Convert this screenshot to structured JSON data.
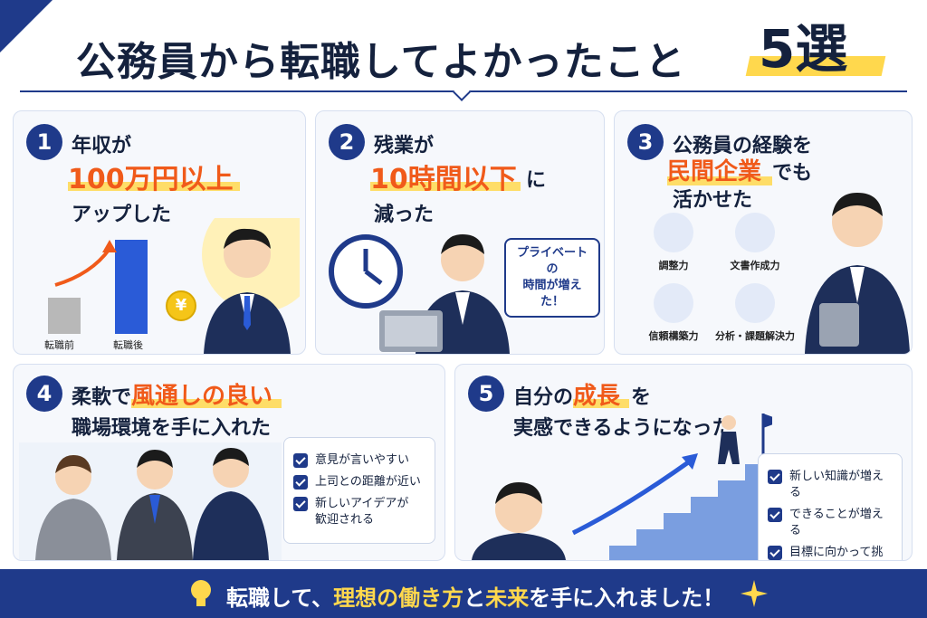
{
  "title": {
    "main": "公務員から転職してよかったこと",
    "count": "5選"
  },
  "cards": [
    {
      "number": "1",
      "line1": "年収が",
      "highlight": "100万円以上",
      "line3": "アップした",
      "chart_labels": [
        "転職前",
        "転職後"
      ],
      "coin": "¥"
    },
    {
      "number": "2",
      "line1": "残業が",
      "highlight": "10時間以下",
      "highlight_suffix": "に",
      "line3": "減った",
      "bubble_line1": "プライベートの",
      "bubble_line2": "時間が増えた！"
    },
    {
      "number": "3",
      "line1": "公務員の経験を",
      "highlight": "民間企業",
      "highlight_suffix": "でも",
      "line3": "活かせた",
      "skills": [
        "調整力",
        "文書作成力",
        "信頼構築力",
        "分析・課題解決力"
      ]
    },
    {
      "number": "4",
      "line1_prefix": "柔軟で",
      "highlight": "風通しの良い",
      "line2": "職場環境を手に入れた",
      "checks": [
        "意見が言いやすい",
        "上司との距離が近い",
        "新しいアイデアが歓迎される"
      ]
    },
    {
      "number": "5",
      "line1_prefix": "自分の",
      "highlight": "成長",
      "line1_suffix": "を",
      "line2": "実感できるようになった",
      "checks": [
        "新しい知識が増える",
        "できることが増える",
        "目標に向かって挑戦できる"
      ]
    }
  ],
  "banner": {
    "part1": "転職して、",
    "part2": "理想の働き方",
    "part3": "と",
    "part4": "未来",
    "part5": "を手に入れました！"
  },
  "colors": {
    "navy": "#1f3a8a",
    "orange": "#f05a1a",
    "yellow": "#ffd84d"
  }
}
